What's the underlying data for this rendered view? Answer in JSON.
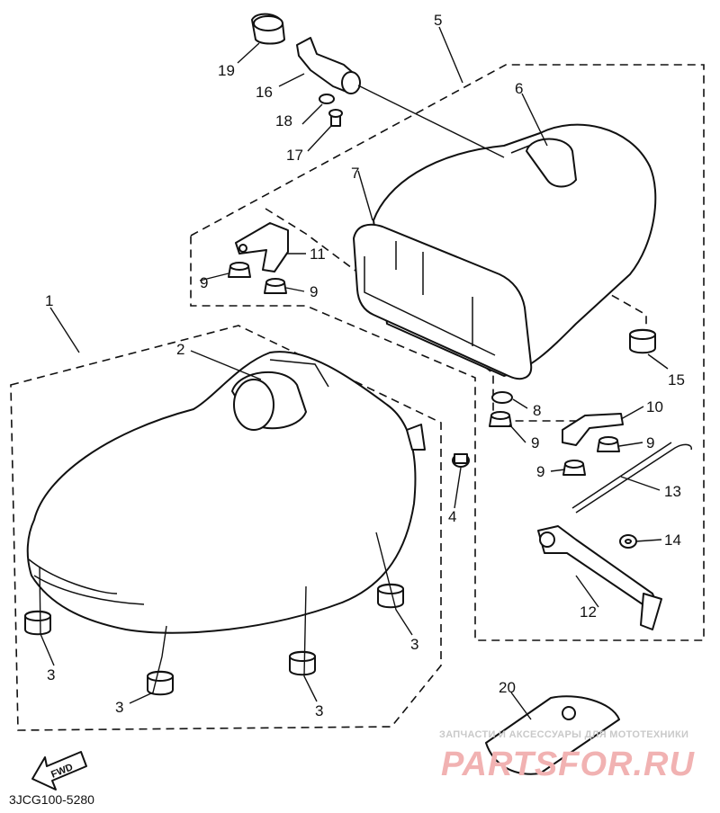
{
  "callouts": {
    "c1": "1",
    "c2": "2",
    "c3a": "3",
    "c3b": "3",
    "c3c": "3",
    "c3d": "3",
    "c4": "4",
    "c5": "5",
    "c6": "6",
    "c7": "7",
    "c8": "8",
    "c9a": "9",
    "c9b": "9",
    "c9c": "9",
    "c9d": "9",
    "c9e": "9",
    "c10": "10",
    "c11": "11",
    "c12": "12",
    "c13": "13",
    "c14": "14",
    "c15": "15",
    "c16": "16",
    "c17": "17",
    "c18": "18",
    "c19": "19",
    "c20": "20"
  },
  "fwd_label": "FWD",
  "diagram_code": "3JCG100-5280",
  "watermark": {
    "line1": "ЗАПЧАСТИ И АКСЕССУАРЫ ДЛЯ МОТОТЕХНИКИ",
    "line2": "PARTSFOR.RU"
  }
}
